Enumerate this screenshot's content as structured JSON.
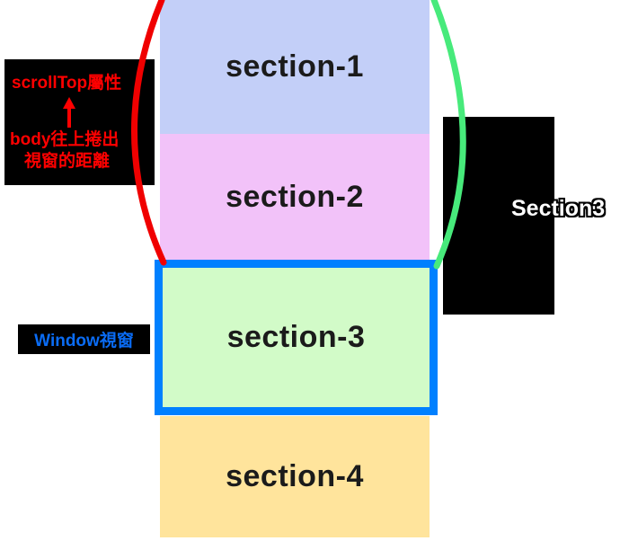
{
  "sections": [
    {
      "label": "section-1",
      "color": "#C3CFF8"
    },
    {
      "label": "section-2",
      "color": "#F2C2F9"
    },
    {
      "label": "section-3",
      "color": "#D2FBC8"
    },
    {
      "label": "section-4",
      "color": "#FFE49C"
    }
  ],
  "section_label_color": "#1B1B1B",
  "window_viewport": {
    "label": "Window視窗",
    "label_color": "#0A6CF5",
    "border_color": "#0080FF"
  },
  "scrolltop_annotation": {
    "property": "scrollTop屬性",
    "arrow_icon": "up-arrow",
    "description_line1": "body往上捲出",
    "description_line2": "視窗的距離",
    "text_color": "#FF0000",
    "curve_color": "#F00000"
  },
  "section3_annotation": {
    "label": "Section3",
    "label_color": "#FFFFFF",
    "curve_color": "#47EA7B"
  }
}
